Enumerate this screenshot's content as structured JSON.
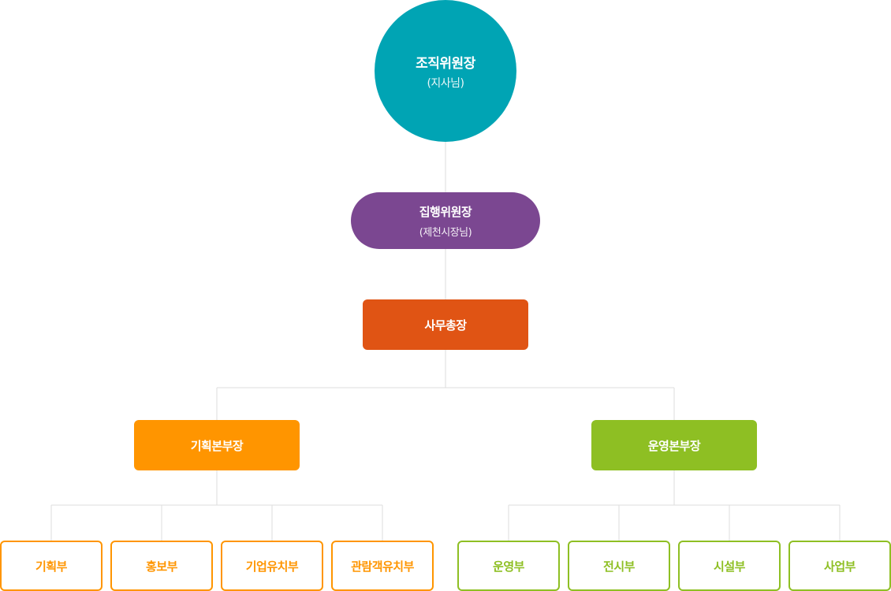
{
  "colors": {
    "top": "#00a4b4",
    "exec": "#7b4791",
    "secretary": "#e05414",
    "planning": "#ff9500",
    "operation": "#8ebf23",
    "line": "#dddddd"
  },
  "org": {
    "top": {
      "title": "조직위원장",
      "subtitle": "(지사님)"
    },
    "exec": {
      "title": "집행위원장",
      "subtitle": "(제천시장님)"
    },
    "secretary": {
      "title": "사무총장"
    },
    "planning_hq": {
      "title": "기획본부장"
    },
    "operation_hq": {
      "title": "운영본부장"
    },
    "planning_depts": [
      "기획부",
      "홍보부",
      "기업유치부",
      "관람객유치부"
    ],
    "operation_depts": [
      "운영부",
      "전시부",
      "시설부",
      "사업부"
    ]
  }
}
